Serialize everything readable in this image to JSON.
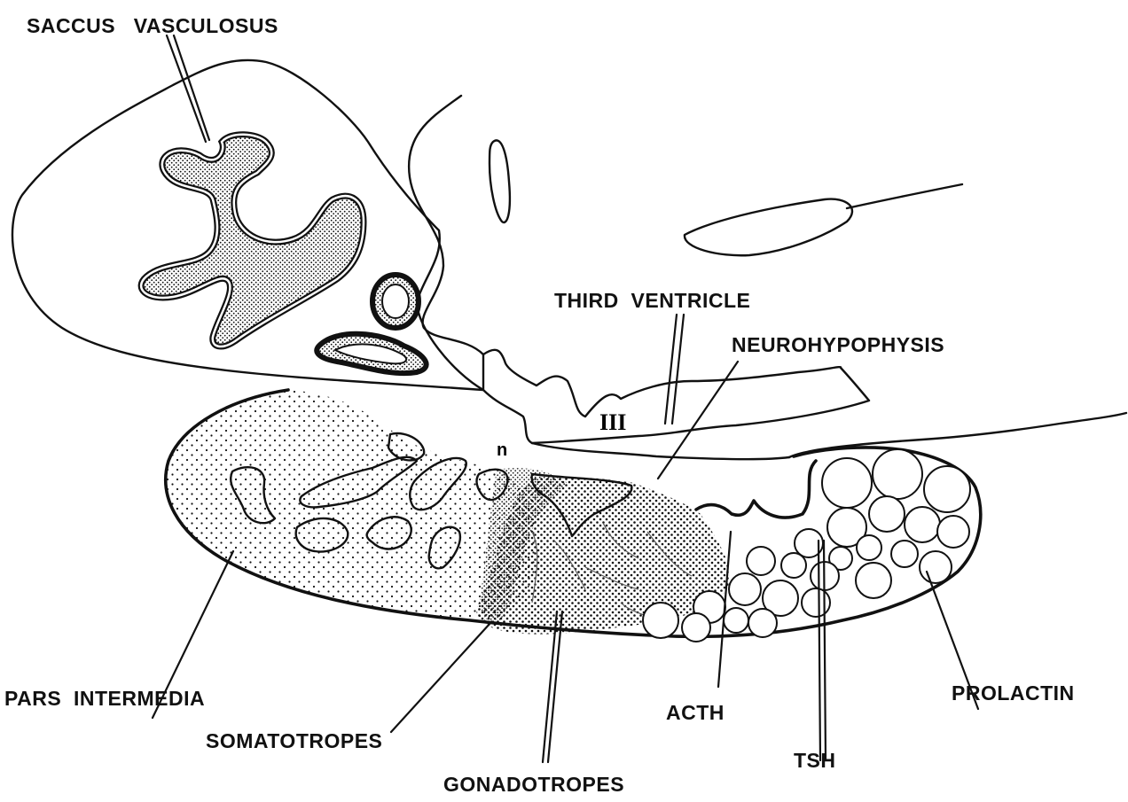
{
  "diagram": {
    "labels": {
      "saccus_vasculosus": "SACCUS   VASCULOSUS",
      "third_ventricle": "THIRD  VENTRICLE",
      "neurohypophysis": "NEUROHYPOPHYSIS",
      "ventricle_numeral": "III",
      "n_marker": "n",
      "pars_intermedia": "PARS  INTERMEDIA",
      "somatotropes": "SOMATOTROPES",
      "gonadotropes": "GONADOTROPES",
      "acth": "ACTH",
      "tsh": "TSH",
      "prolactin": "PROLACTIN"
    },
    "colors": {
      "ink": "#111111",
      "paper": "#ffffff"
    }
  }
}
